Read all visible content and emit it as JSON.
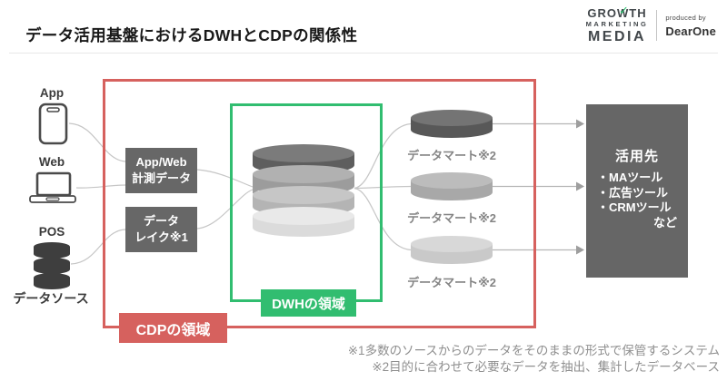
{
  "header": {
    "title": "データ活用基盤におけるDWHとCDPの関係性",
    "logo": {
      "growth_pre": "GRO",
      "growth_w": "W",
      "check": "✓",
      "growth_post": "TH",
      "marketing": "MARKETING",
      "media": "MEDIA",
      "produced_by": "produced by",
      "brand": "DearOne"
    }
  },
  "sources": {
    "app_label": "App",
    "web_label": "Web",
    "pos_label": "POS",
    "caption": "データソース"
  },
  "cdp": {
    "region_label": "CDPの領域",
    "measure_box": "App/Web\n計測データ",
    "datalake_box": "データ\nレイク※1"
  },
  "dwh": {
    "region_label": "DWHの領域"
  },
  "datamarts": {
    "labels": [
      "データマート※2",
      "データマート※2",
      "データマート※2"
    ]
  },
  "destination": {
    "title": "活用先",
    "items": [
      "・MAツール",
      "・広告ツール",
      "・CRMツール"
    ],
    "more": "など"
  },
  "notes": {
    "line1": "※1多数のソースからのデータをそのままの形式で保管するシステム",
    "line2": "※2目的に合わせて必要なデータを抽出、集計したデータベース"
  },
  "colors": {
    "cdp_red": "#d6615e",
    "dwh_green": "#31bd70",
    "box_gray": "#676767",
    "connector_gray": "#c6c6c6"
  }
}
